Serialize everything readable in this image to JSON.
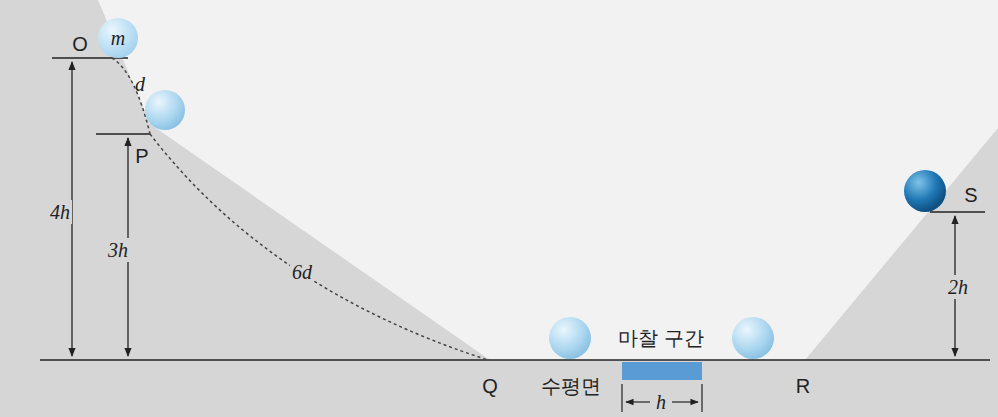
{
  "diagram": {
    "nodes": [
      {
        "text": [
          "m"
        ]
      }
    ],
    "labels": [
      "O",
      "d",
      "P",
      "4h",
      "3h",
      "6d",
      "S",
      "2h",
      "Q",
      "수평면",
      "마찰 구간",
      "R",
      "h"
    ]
  }
}
